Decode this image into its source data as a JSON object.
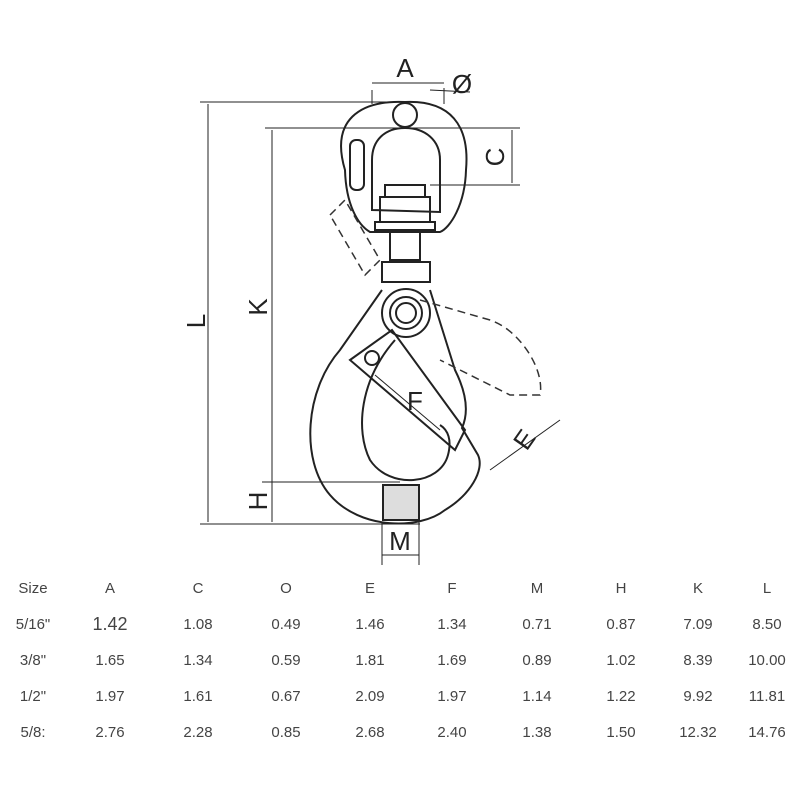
{
  "drawing": {
    "title": "Swivel self-locking hook dimension drawing",
    "labels": {
      "A": "A",
      "diameter": "Ø",
      "C": "C",
      "K": "K",
      "L": "L",
      "F": "F",
      "E": "E",
      "H": "H",
      "M": "M"
    }
  },
  "table": {
    "headers": [
      "Size",
      "A",
      "C",
      "O",
      "E",
      "F",
      "M",
      "H",
      "K",
      "L"
    ],
    "rows": [
      [
        "5/16\"",
        "1.42",
        "1.08",
        "0.49",
        "1.46",
        "1.34",
        "0.71",
        "0.87",
        "7.09",
        "8.50"
      ],
      [
        "3/8\"",
        "1.65",
        "1.34",
        "0.59",
        "1.81",
        "1.69",
        "0.89",
        "1.02",
        "8.39",
        "10.00"
      ],
      [
        "1/2\"",
        "1.97",
        "1.61",
        "0.67",
        "2.09",
        "1.97",
        "1.14",
        "1.22",
        "9.92",
        "11.81"
      ],
      [
        "5/8:",
        "2.76",
        "2.28",
        "0.85",
        "2.68",
        "2.40",
        "1.38",
        "1.50",
        "12.32",
        "14.76"
      ]
    ]
  }
}
